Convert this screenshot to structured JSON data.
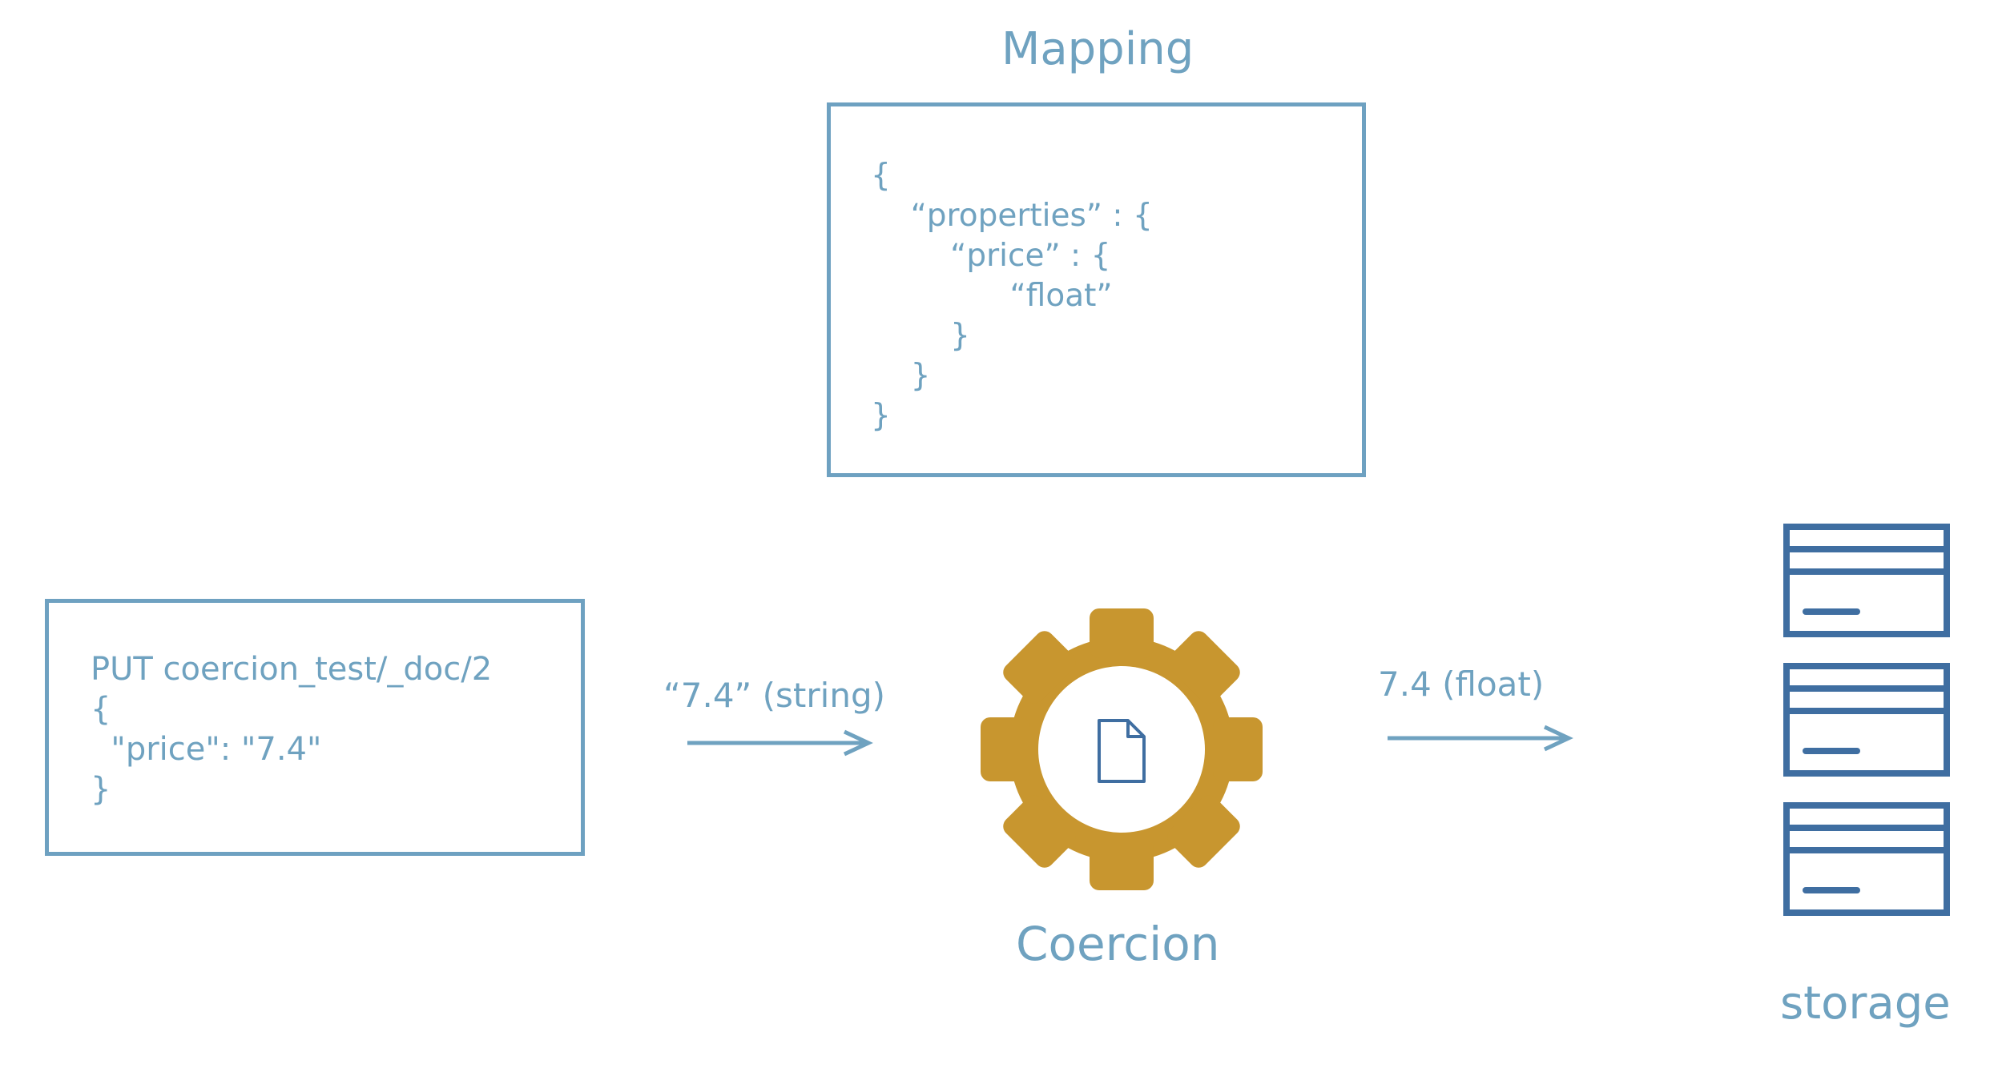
{
  "mapping": {
    "title": "Mapping",
    "code": "{\n    “properties” : {\n        “price” : {\n              “float”\n        }\n    }\n}"
  },
  "request": {
    "code": "PUT coercion_test/_doc/2\n{\n  \"price\": \"7.4\"\n}"
  },
  "flow": {
    "input_label": "“7.4”  (string)",
    "output_label": "7.4 (float)"
  },
  "coercion": {
    "label": "Coercion",
    "icon": "gear-with-document-icon",
    "color": "#c8962f"
  },
  "storage": {
    "label": "storage",
    "icon": "server-stack-icon",
    "color": "#3f6ea1"
  },
  "colors": {
    "text": "#6fa2c0",
    "box_border": "#6ea1c1",
    "arrow": "#6fa2c0"
  }
}
